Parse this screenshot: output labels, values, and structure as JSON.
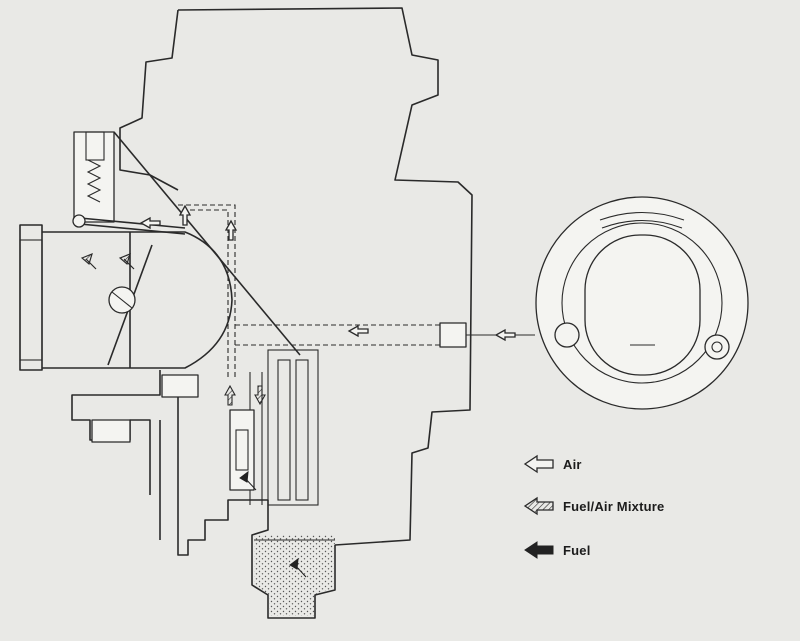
{
  "legend": {
    "air": {
      "label": "Air",
      "symbol": "outline-arrow-left"
    },
    "mixture": {
      "label": "Fuel/Air Mixture",
      "symbol": "hatched-arrow-left"
    },
    "fuel": {
      "label": "Fuel",
      "symbol": "solid-arrow-left"
    }
  },
  "colors": {
    "line": "#2a2a2a",
    "paper": "#e9e9e6"
  }
}
